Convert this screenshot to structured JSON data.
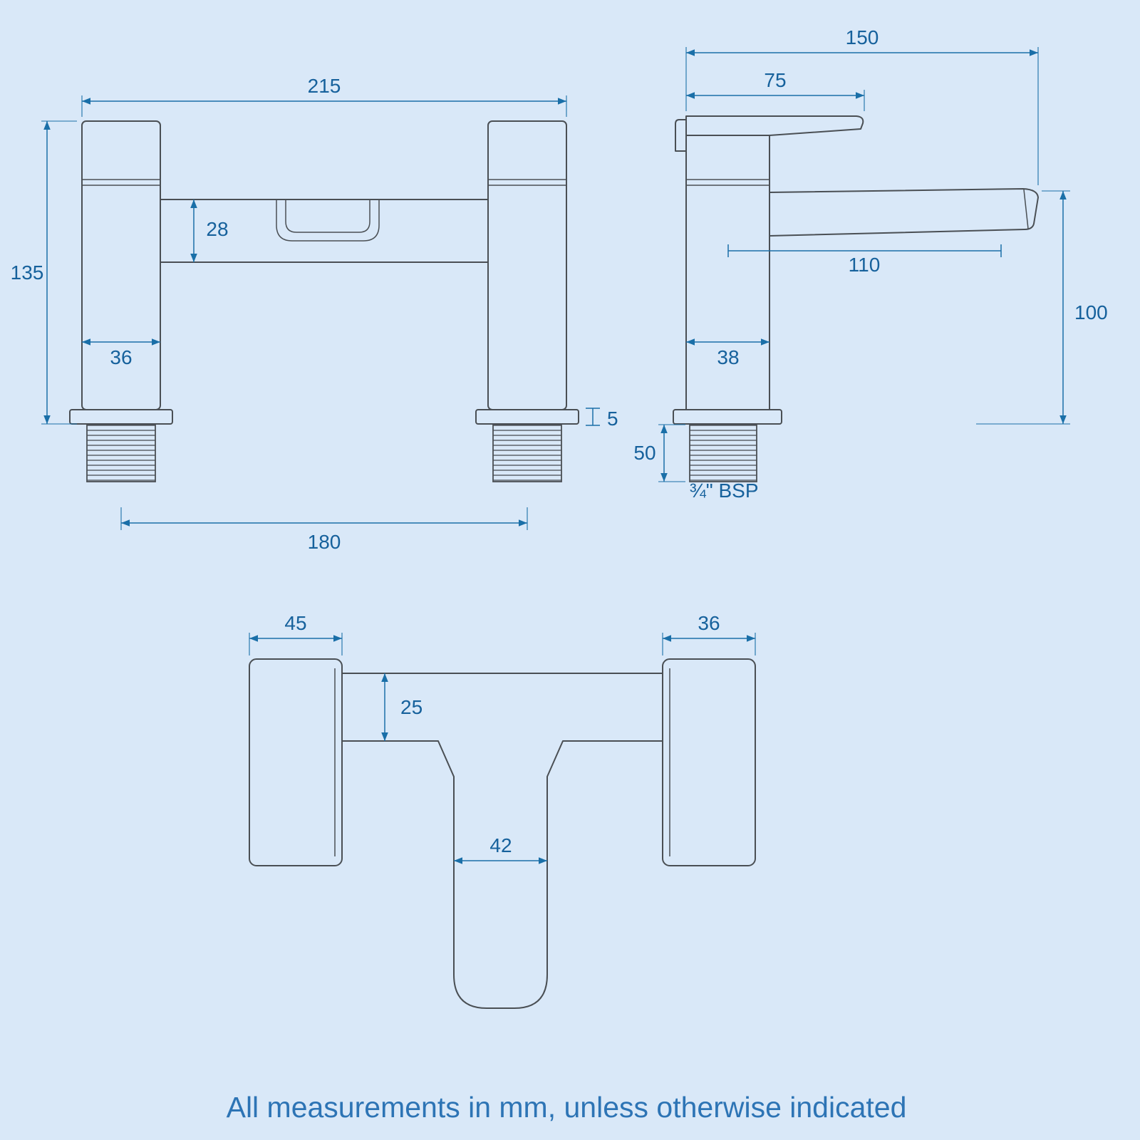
{
  "colors": {
    "background": "#d9e8f8",
    "drawing_line": "#4a4f54",
    "dimension": "#1a6fa8",
    "footer_text": "#2d74b5"
  },
  "front_view": {
    "overall_width": "215",
    "overall_height": "135",
    "bridge_depth": "28",
    "pillar_width": "36",
    "base_plate_thickness": "5",
    "tap_centres": "180"
  },
  "side_view": {
    "overall_depth": "150",
    "handle_length": "75",
    "spout_reach": "110",
    "spout_height": "100",
    "body_depth": "38",
    "thread_length": "50",
    "thread_spec": "¾\" BSP"
  },
  "top_view": {
    "handle_width": "45",
    "handle_depth": "36",
    "bridge_depth": "25",
    "spout_width": "42"
  },
  "footer": {
    "note": "All measurements in mm, unless otherwise indicated"
  }
}
